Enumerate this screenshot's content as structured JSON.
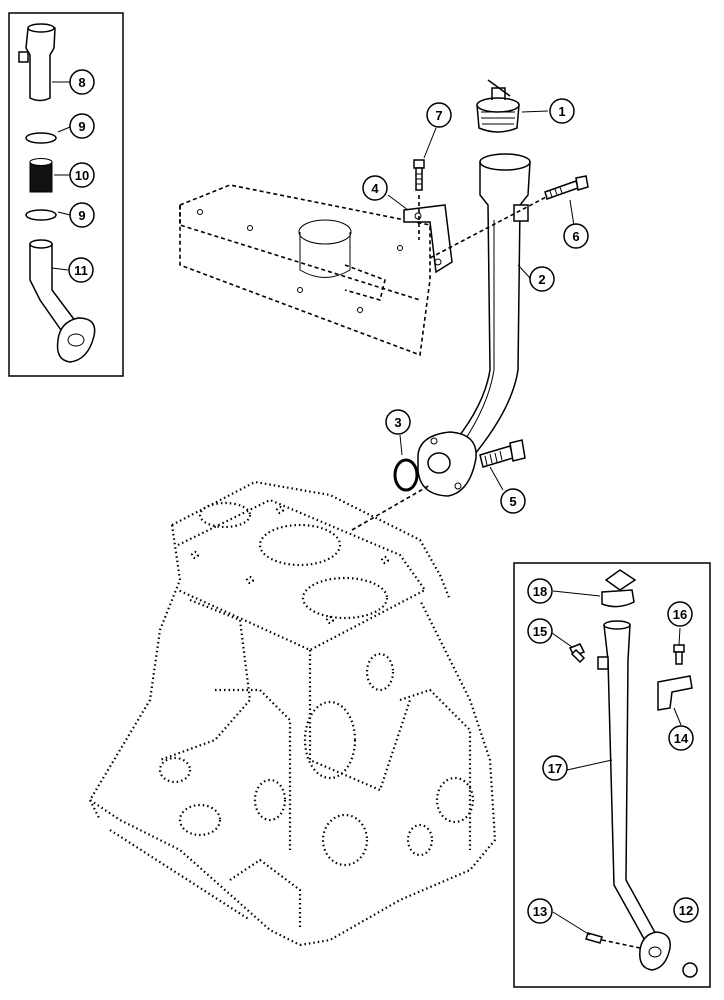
{
  "callouts": {
    "c1": "1",
    "c2": "2",
    "c3": "3",
    "c4": "4",
    "c5": "5",
    "c6": "6",
    "c7": "7",
    "c8": "8",
    "c9a": "9",
    "c9b": "9",
    "c10": "10",
    "c11": "11",
    "c12": "12",
    "c13": "13",
    "c14": "14",
    "c15": "15",
    "c16": "16",
    "c17": "17",
    "c18": "18"
  }
}
